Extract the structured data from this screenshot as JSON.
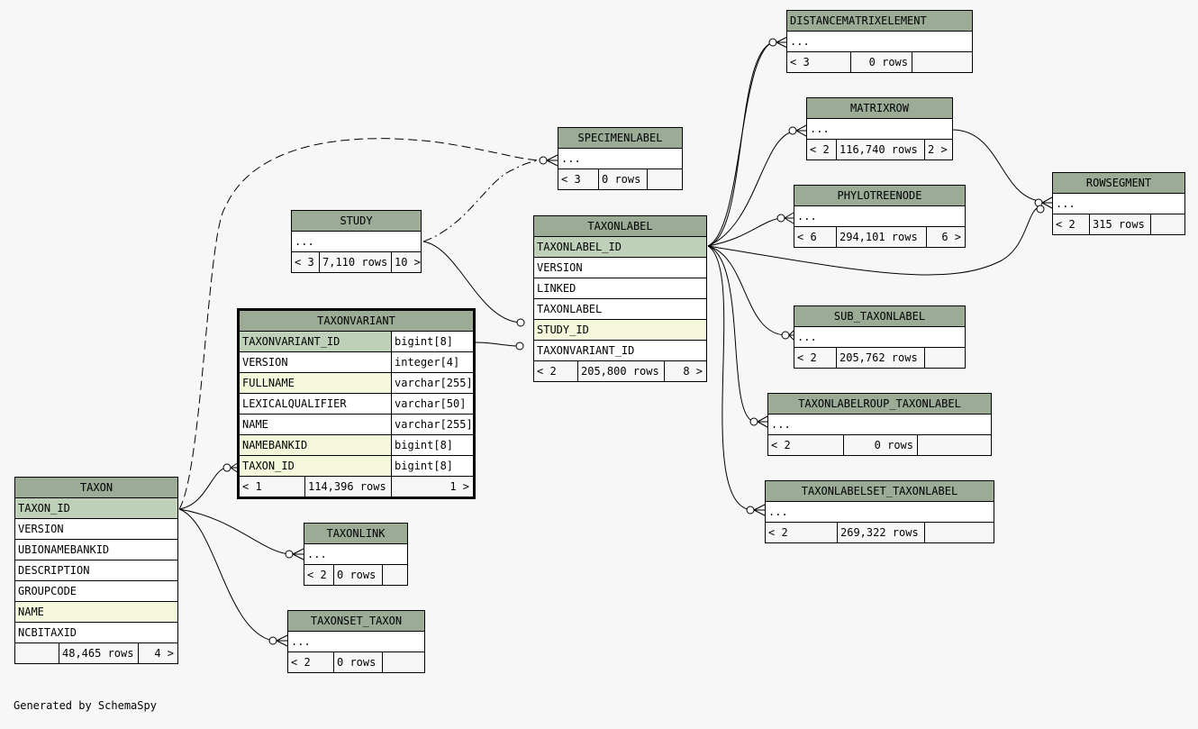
{
  "tables": {
    "distancematrixelement": {
      "name": "DISTANCEMATRIXELEMENT",
      "ellipsis": "...",
      "parents": "< 3",
      "rows": "0 rows",
      "children": ""
    },
    "matrixrow": {
      "name": "MATRIXROW",
      "ellipsis": "...",
      "parents": "< 2",
      "rows": "116,740 rows",
      "children": "2 >"
    },
    "specimenlabel": {
      "name": "SPECIMENLABEL",
      "ellipsis": "...",
      "parents": "< 3",
      "rows": "0 rows",
      "children": ""
    },
    "rowsegment": {
      "name": "ROWSEGMENT",
      "ellipsis": "...",
      "parents": "< 2",
      "rows": "315 rows",
      "children": ""
    },
    "phylotreenode": {
      "name": "PHYLOTREENODE",
      "ellipsis": "...",
      "parents": "< 6",
      "rows": "294,101 rows",
      "children": "6 >"
    },
    "study": {
      "name": "STUDY",
      "ellipsis": "...",
      "parents": "< 3",
      "rows": "7,110 rows",
      "children": "10 >"
    },
    "taxonlabel": {
      "name": "TAXONLABEL",
      "columns": [
        "TAXONLABEL_ID",
        "VERSION",
        "LINKED",
        "TAXONLABEL",
        "STUDY_ID",
        "TAXONVARIANT_ID"
      ],
      "parents": "< 2",
      "rows": "205,800 rows",
      "children": "8 >"
    },
    "sub_taxonlabel": {
      "name": "SUB_TAXONLABEL",
      "ellipsis": "...",
      "parents": "< 2",
      "rows": "205,762 rows",
      "children": ""
    },
    "taxonvariant": {
      "name": "TAXONVARIANT",
      "columns": [
        {
          "name": "TAXONVARIANT_ID",
          "type": "bigint[8]"
        },
        {
          "name": "VERSION",
          "type": "integer[4]"
        },
        {
          "name": "FULLNAME",
          "type": "varchar[255]"
        },
        {
          "name": "LEXICALQUALIFIER",
          "type": "varchar[50]"
        },
        {
          "name": "NAME",
          "type": "varchar[255]"
        },
        {
          "name": "NAMEBANKID",
          "type": "bigint[8]"
        },
        {
          "name": "TAXON_ID",
          "type": "bigint[8]"
        }
      ],
      "parents": "< 1",
      "rows": "114,396 rows",
      "children": "1 >"
    },
    "taxonlabelroup_taxonlabel": {
      "name": "TAXONLABELROUP_TAXONLABEL",
      "ellipsis": "...",
      "parents": "< 2",
      "rows": "0 rows",
      "children": ""
    },
    "taxonlabelset_taxonlabel": {
      "name": "TAXONLABELSET_TAXONLABEL",
      "ellipsis": "...",
      "parents": "< 2",
      "rows": "269,322 rows",
      "children": ""
    },
    "taxon": {
      "name": "TAXON",
      "columns": [
        "TAXON_ID",
        "VERSION",
        "UBIONAMEBANKID",
        "DESCRIPTION",
        "GROUPCODE",
        "NAME",
        "NCBITAXID"
      ],
      "parents": "",
      "rows": "48,465 rows",
      "children": "4 >"
    },
    "taxonlink": {
      "name": "TAXONLINK",
      "ellipsis": "...",
      "parents": "< 2",
      "rows": "0 rows",
      "children": ""
    },
    "taxonset_taxon": {
      "name": "TAXONSET_TAXON",
      "ellipsis": "...",
      "parents": "< 2",
      "rows": "0 rows",
      "children": ""
    }
  },
  "footer": "Generated by SchemaSpy",
  "colors": {
    "header": "#9bab96",
    "primary_key": "#bed1b8",
    "foreign_key": "#f4f7da",
    "background": "#f7f7f7"
  }
}
